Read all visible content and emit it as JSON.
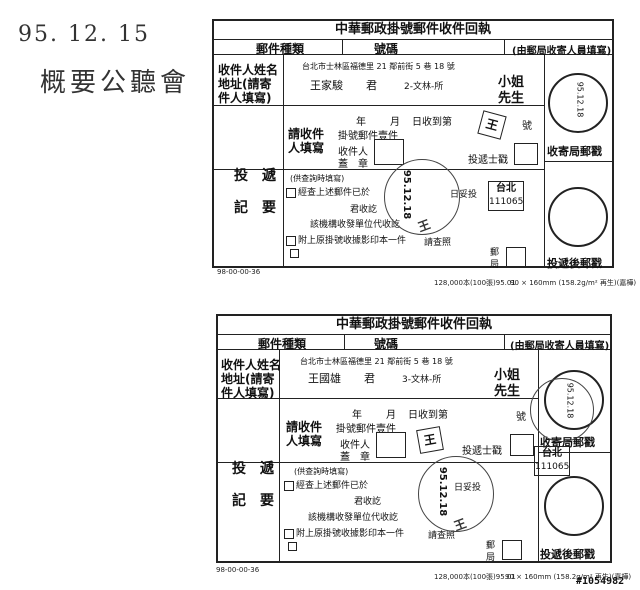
{
  "annotation": {
    "date": "95. 12. 15",
    "note": "概要公聽會"
  },
  "serial": "#1054982",
  "receipts": [
    {
      "title": "中華郵政掛號郵件收件回執",
      "header_kind": "郵件種類",
      "header_number": "號碼",
      "header_post": "(由郵局收寄人員填寫)",
      "recipient_label_1": "收件人姓名",
      "recipient_label_2": "地址(請寄",
      "recipient_label_3": "件人填寫)",
      "address": "台北市士林區福德里 21 鄰前街 5 巷 18 號",
      "name": "王家駿",
      "honorific": "君",
      "unit": "2-文林-所",
      "miss": "小姐",
      "mr": "先生",
      "fill_label_1": "請收件",
      "fill_label_2": "人填寫",
      "year": "年",
      "month": "月",
      "day_received": "日收到第",
      "hao": "號",
      "registered_line": "掛號郵件壹件",
      "recipient_seal_1": "收件人",
      "recipient_seal_2": "蓋　章",
      "postman_seal": "投遞士戳",
      "post_office_stamp": "收寄局郵戳",
      "delivery_label_1": "投　遞",
      "delivery_label_2": "記　要",
      "delivery_hint": "(供查詢時填寫)",
      "delivery_line_1": "經查上述郵件已於",
      "delivery_line_1b": "日妥投",
      "delivery_line_2": "君收訖",
      "delivery_line_3": "該機構收發單位代收訖",
      "delivery_line_4": "附上原掛號收據影印本一件",
      "delivery_line_4b": "請查照",
      "post_office": "郵",
      "bureau": "局",
      "delivery_stamp": "投遞後郵戳",
      "stamp_taipei": "台北",
      "stamp_code": "111065",
      "stamp_seal": "王",
      "stamp_date_a": "95.12.18",
      "stamp_date_b": "95.12.18",
      "stamp_scrawl": "王",
      "footer_code": "98-00-00-36",
      "footer_print": "128,000本(100張)95.01",
      "footer_size": "90 × 160mm (158.2g/m² 再生)(嘉樺)"
    },
    {
      "title": "中華郵政掛號郵件收件回執",
      "header_kind": "郵件種類",
      "header_number": "號碼",
      "header_post": "(由郵局收寄人員填寫)",
      "recipient_label_1": "收件人姓名",
      "recipient_label_2": "地址(請寄",
      "recipient_label_3": "件人填寫)",
      "address": "台北市士林區福德里 21 鄰前街 5 巷 18 號",
      "name": "王國雄",
      "honorific": "君",
      "unit": "3-文林-所",
      "miss": "小姐",
      "mr": "先生",
      "fill_label_1": "請收件",
      "fill_label_2": "人填寫",
      "year": "年",
      "month": "月",
      "day_received": "日收到第",
      "hao": "號",
      "registered_line": "掛號郵件壹件",
      "recipient_seal_1": "收件人",
      "recipient_seal_2": "蓋　章",
      "postman_seal": "投遞士戳",
      "post_office_stamp": "收寄局郵戳",
      "delivery_label_1": "投　遞",
      "delivery_label_2": "記　要",
      "delivery_hint": "(供查詢時填寫)",
      "delivery_line_1": "經查上述郵件已於",
      "delivery_line_1b": "日妥投",
      "delivery_line_2": "君收訖",
      "delivery_line_3": "該機構收發單位代收訖",
      "delivery_line_4": "附上原掛號收據影印本一件",
      "delivery_line_4b": "請查照",
      "post_office": "郵",
      "bureau": "局",
      "delivery_stamp": "投遞後郵戳",
      "stamp_taipei": "台北",
      "stamp_code": "111065",
      "stamp_seal": "王",
      "stamp_date_a": "95.12.18",
      "stamp_date_b": "95.12.18",
      "stamp_scrawl": "王",
      "footer_code": "98-00-00-36",
      "footer_print": "128,000本(100張)95.01",
      "footer_size": "90 × 160mm (158.2g/m² 再生)(嘉樺)"
    }
  ]
}
